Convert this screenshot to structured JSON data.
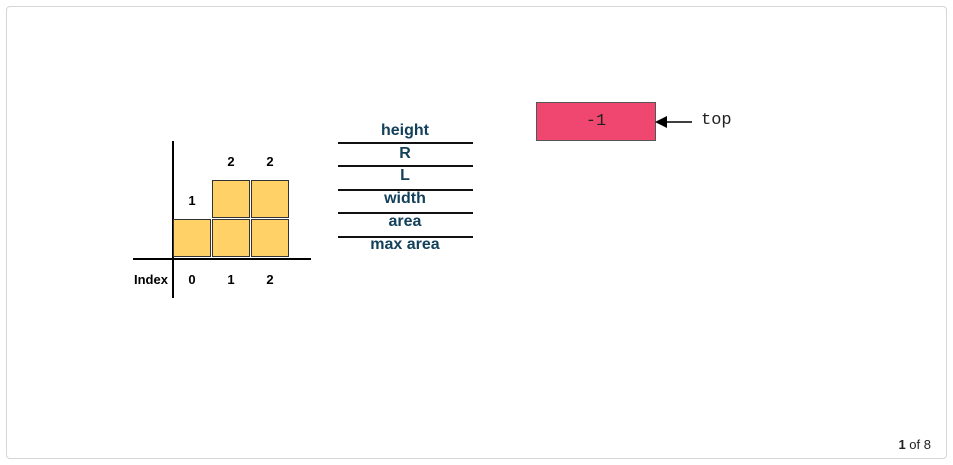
{
  "histogram": {
    "index_label": "Index",
    "indices": [
      "0",
      "1",
      "2"
    ],
    "heights": [
      1,
      2,
      2
    ],
    "height_labels": [
      "1",
      "2",
      "2"
    ],
    "bar_color": "#ffd166"
  },
  "variables": [
    "height",
    "R",
    "L",
    "width",
    "area",
    "max area"
  ],
  "stack": {
    "value": "-1",
    "pointer_label": "top",
    "box_color": "#ef476f"
  },
  "pagination": {
    "current": "1",
    "separator": "of",
    "total": "8"
  }
}
